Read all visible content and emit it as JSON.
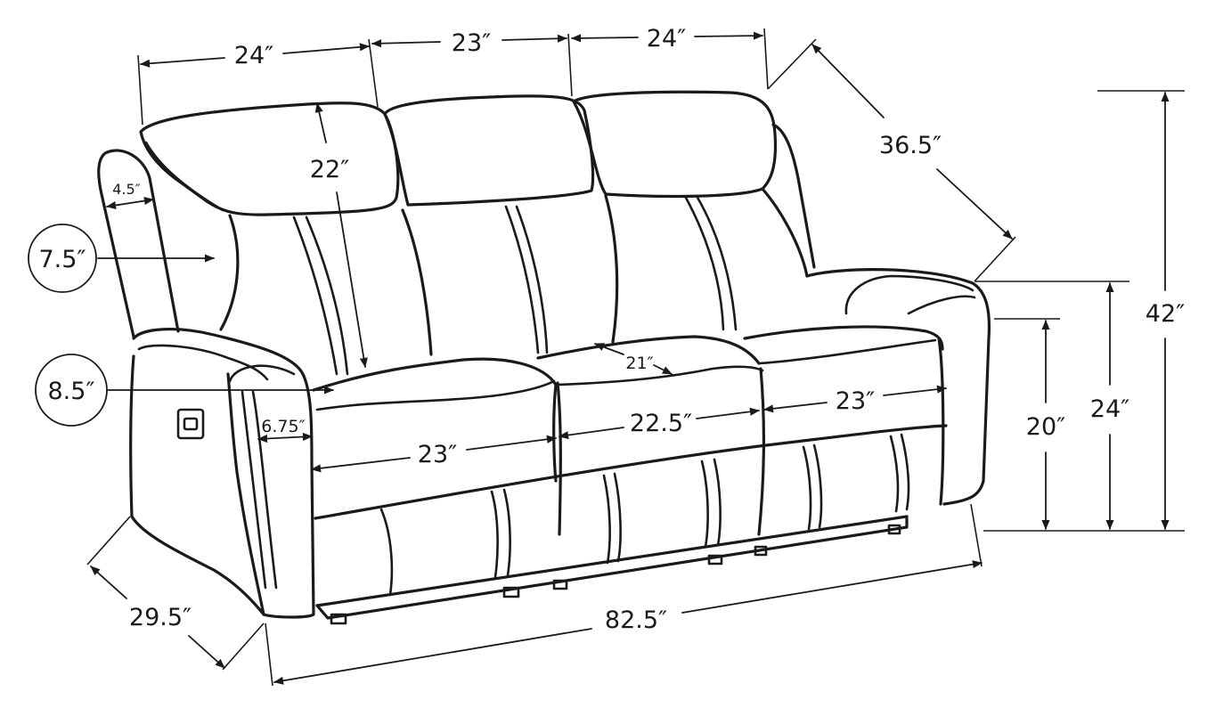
{
  "dimensions": {
    "top_left_back_width": "24″",
    "top_middle_back_width": "23″",
    "top_right_back_width": "24″",
    "overall_depth_diagonal": "36.5″",
    "back_height": "22″",
    "arm_width_top": "4.5″",
    "arm_height_bubble": "7.5″",
    "seat_cushion_thickness_bubble": "8.5″",
    "seat_depth": "21″",
    "arm_width_front": "6.75″",
    "left_seat_width": "23″",
    "middle_seat_width": "22.5″",
    "right_seat_width": "23″",
    "overall_depth_bottom": "29.5″",
    "overall_width": "82.5″",
    "seat_height": "20″",
    "arm_height": "24″",
    "overall_height": "42″"
  }
}
